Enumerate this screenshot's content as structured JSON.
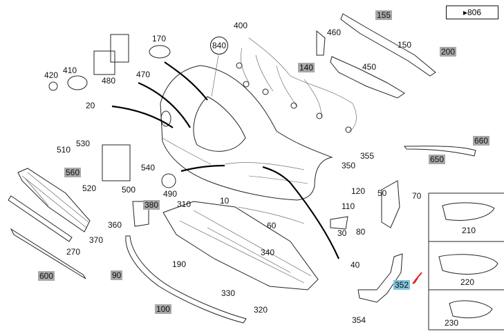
{
  "reference": {
    "arrow": "▸",
    "text": "806"
  },
  "parts": [
    {
      "id": "p10",
      "text": "10",
      "style": "plain"
    },
    {
      "id": "p20",
      "text": "20",
      "style": "plain"
    },
    {
      "id": "p30",
      "text": "30",
      "style": "plain"
    },
    {
      "id": "p40",
      "text": "40",
      "style": "plain"
    },
    {
      "id": "p50",
      "text": "50",
      "style": "plain"
    },
    {
      "id": "p60",
      "text": "60",
      "style": "plain"
    },
    {
      "id": "p70",
      "text": "70",
      "style": "plain"
    },
    {
      "id": "p80",
      "text": "80",
      "style": "plain"
    },
    {
      "id": "p90",
      "text": "90",
      "style": "gray"
    },
    {
      "id": "p100",
      "text": "100",
      "style": "gray"
    },
    {
      "id": "p110",
      "text": "110",
      "style": "plain"
    },
    {
      "id": "p120",
      "text": "120",
      "style": "plain"
    },
    {
      "id": "p140",
      "text": "140",
      "style": "gray"
    },
    {
      "id": "p150",
      "text": "150",
      "style": "plain"
    },
    {
      "id": "p155",
      "text": "155",
      "style": "gray"
    },
    {
      "id": "p170",
      "text": "170",
      "style": "plain"
    },
    {
      "id": "p190",
      "text": "190",
      "style": "plain"
    },
    {
      "id": "p200",
      "text": "200",
      "style": "gray"
    },
    {
      "id": "p210",
      "text": "210",
      "style": "plain"
    },
    {
      "id": "p220",
      "text": "220",
      "style": "plain"
    },
    {
      "id": "p230",
      "text": "230",
      "style": "plain"
    },
    {
      "id": "p270",
      "text": "270",
      "style": "plain"
    },
    {
      "id": "p310",
      "text": "310",
      "style": "plain"
    },
    {
      "id": "p320",
      "text": "320",
      "style": "plain"
    },
    {
      "id": "p330",
      "text": "330",
      "style": "plain"
    },
    {
      "id": "p340",
      "text": "340",
      "style": "plain"
    },
    {
      "id": "p350",
      "text": "350",
      "style": "plain"
    },
    {
      "id": "p352",
      "text": "352",
      "style": "highlight"
    },
    {
      "id": "p354",
      "text": "354",
      "style": "plain"
    },
    {
      "id": "p355",
      "text": "355",
      "style": "plain"
    },
    {
      "id": "p360",
      "text": "360",
      "style": "plain"
    },
    {
      "id": "p370",
      "text": "370",
      "style": "plain"
    },
    {
      "id": "p380",
      "text": "380",
      "style": "gray"
    },
    {
      "id": "p400",
      "text": "400",
      "style": "plain"
    },
    {
      "id": "p410",
      "text": "410",
      "style": "plain"
    },
    {
      "id": "p420",
      "text": "420",
      "style": "plain"
    },
    {
      "id": "p450",
      "text": "450",
      "style": "plain"
    },
    {
      "id": "p460",
      "text": "460",
      "style": "plain"
    },
    {
      "id": "p470",
      "text": "470",
      "style": "plain"
    },
    {
      "id": "p480",
      "text": "480",
      "style": "plain"
    },
    {
      "id": "p490",
      "text": "490",
      "style": "plain"
    },
    {
      "id": "p500",
      "text": "500",
      "style": "plain"
    },
    {
      "id": "p510",
      "text": "510",
      "style": "plain"
    },
    {
      "id": "p520",
      "text": "520",
      "style": "plain"
    },
    {
      "id": "p530",
      "text": "530",
      "style": "plain"
    },
    {
      "id": "p540",
      "text": "540",
      "style": "plain"
    },
    {
      "id": "p560",
      "text": "560",
      "style": "gray"
    },
    {
      "id": "p600",
      "text": "600",
      "style": "gray"
    },
    {
      "id": "p650",
      "text": "650",
      "style": "gray"
    },
    {
      "id": "p660",
      "text": "660",
      "style": "gray"
    },
    {
      "id": "p840",
      "text": "840",
      "style": "circle"
    }
  ],
  "colors": {
    "highlight": "#7fc4dc",
    "gray_tag": "#a8a8a8",
    "pointer_arrow": "#e02020"
  }
}
